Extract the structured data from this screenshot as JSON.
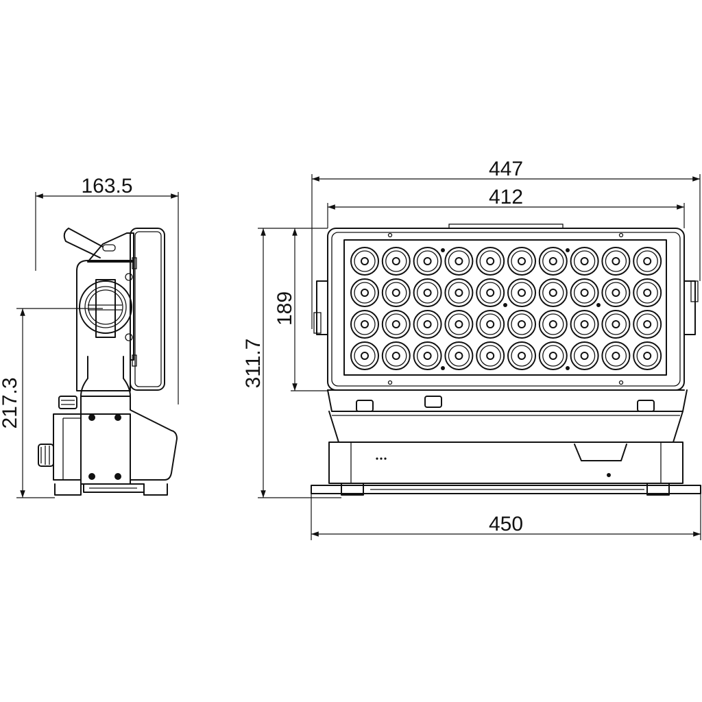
{
  "dimensions": {
    "side_width": "163.5",
    "side_pivot_height": "217.3",
    "front_overall_width": "447",
    "front_lens_width": "412",
    "front_lens_height": "189",
    "front_overall_height": "311.7",
    "base_width": "450"
  },
  "led_grid": {
    "rows": 4,
    "columns": 10
  },
  "colors": {
    "line": "#111111",
    "background": "#ffffff"
  }
}
